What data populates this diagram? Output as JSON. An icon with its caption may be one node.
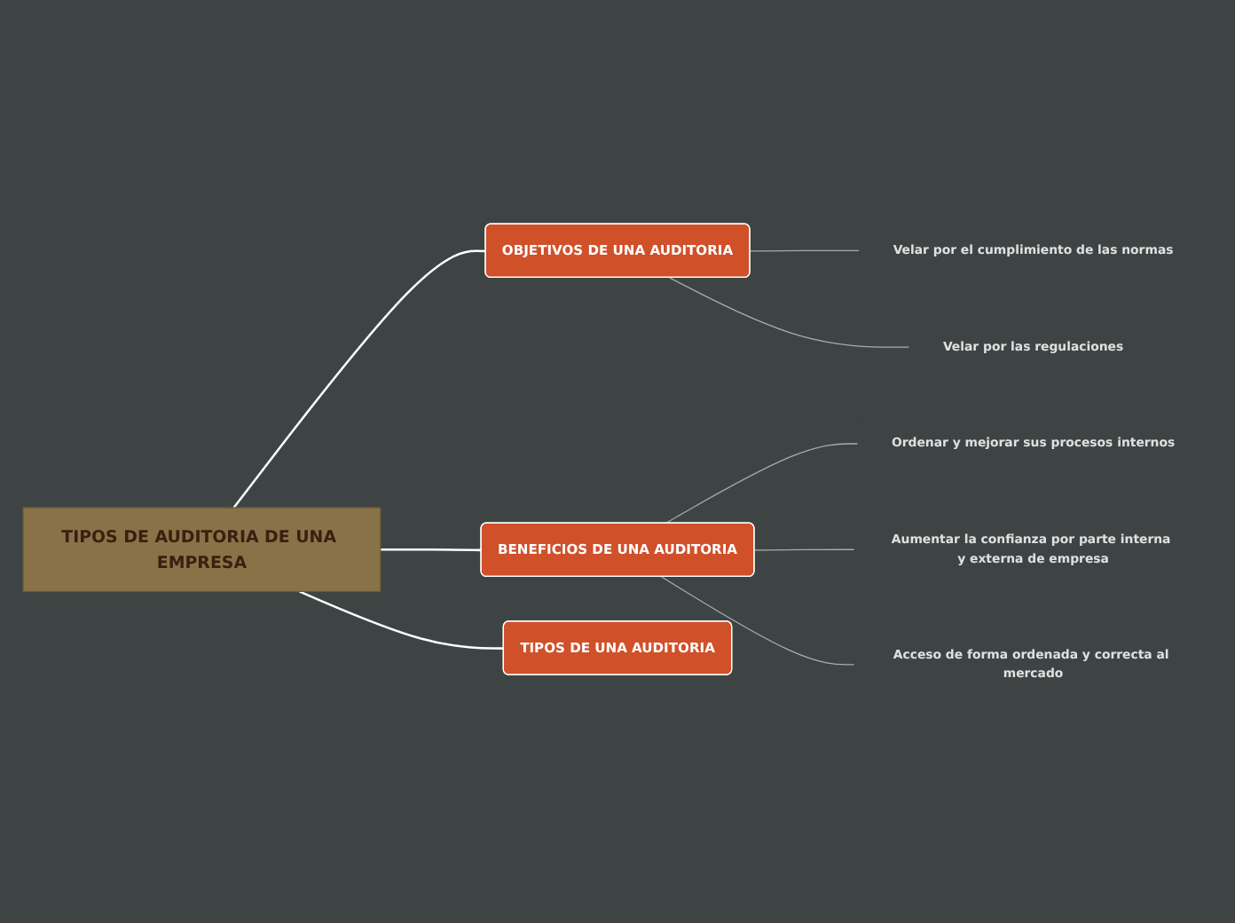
{
  "diagram": {
    "nodes": [
      {
        "text": [
          "TIPOS DE AUDITORIA DE UNA EMPRESA"
        ]
      },
      {
        "text": [
          "OBJETIVOS DE UNA AUDITORIA"
        ]
      },
      {
        "text": [
          "Velar por el cumplimiento de las normas"
        ]
      },
      {
        "text": [
          "Velar por las regulaciones"
        ]
      },
      {
        "text": [
          "BENEFICIOS DE UNA AUDITORIA"
        ]
      },
      {
        "text": [
          "Ordenar y mejorar sus procesos internos"
        ]
      },
      {
        "text": [
          "Aumentar la confianza por parte interna y externa de empresa"
        ]
      },
      {
        "text": [
          "Acceso de forma ordenada y correcta al mercado"
        ]
      },
      {
        "text": [
          "TIPOS DE UNA AUDITORIA"
        ]
      }
    ],
    "edges": [
      {
        "from": 0,
        "to": 1,
        "arrow": "none",
        "color": "#ffffff"
      },
      {
        "from": 1,
        "to": 2,
        "arrow": "none"
      },
      {
        "from": 1,
        "to": 3,
        "arrow": "none"
      },
      {
        "from": 0,
        "to": 4,
        "arrow": "none",
        "color": "#ffffff"
      },
      {
        "from": 4,
        "to": 5,
        "arrow": "none"
      },
      {
        "from": 4,
        "to": 6,
        "arrow": "none"
      },
      {
        "from": 4,
        "to": 7,
        "arrow": "none"
      },
      {
        "from": 0,
        "to": 8,
        "arrow": "none",
        "color": "#ffffff"
      }
    ]
  }
}
